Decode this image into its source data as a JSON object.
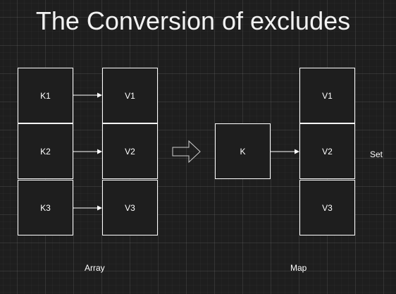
{
  "title": "The Conversion of excludes",
  "array": {
    "keys": [
      "K1",
      "K2",
      "K3"
    ],
    "values": [
      "V1",
      "V2",
      "V3"
    ],
    "caption": "Array"
  },
  "map": {
    "key": "K",
    "values": [
      "V1",
      "V2",
      "V3"
    ],
    "caption": "Map",
    "set_label": "Set"
  },
  "colors": {
    "background": "#1e1e1e",
    "stroke": "#ffffff"
  }
}
